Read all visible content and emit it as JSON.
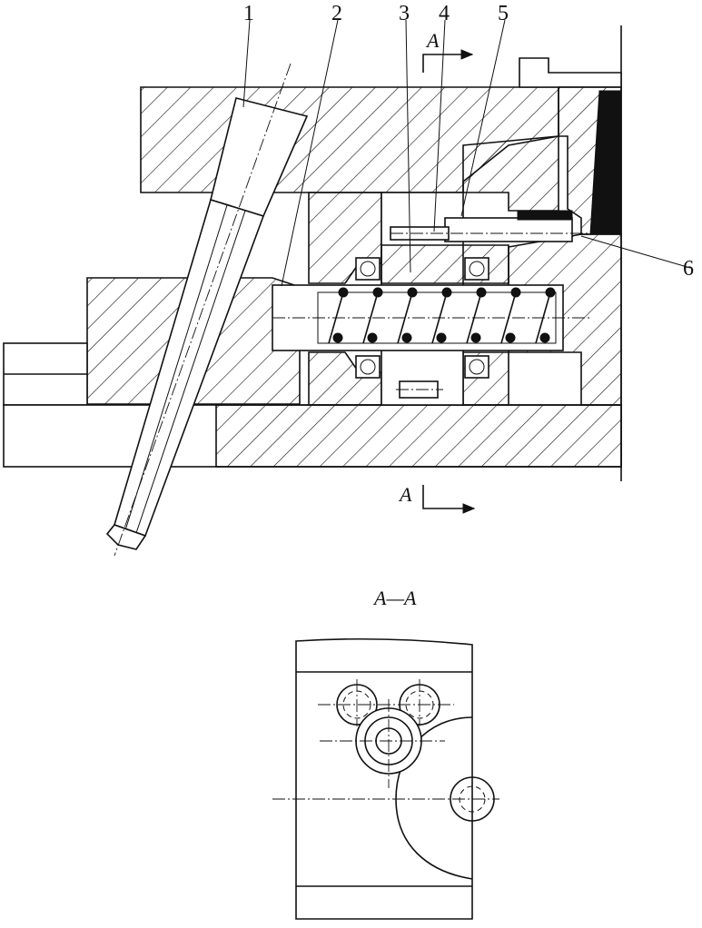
{
  "part_labels": {
    "p1": "1",
    "p2": "2",
    "p3": "3",
    "p4": "4",
    "p5": "5",
    "p6": "6"
  },
  "section_marks": {
    "top": "A",
    "bottom": "A",
    "view_title": "A—A"
  }
}
